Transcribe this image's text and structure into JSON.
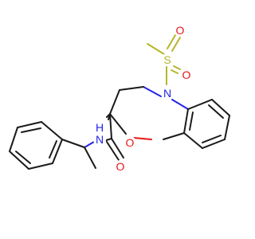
{
  "molecule": {
    "atoms": {
      "sulfur": "S",
      "sulfonyl_oxygen_top": "O",
      "sulfonyl_oxygen_right": "O",
      "ring_nitrogen": "N",
      "ring_oxygen": "O",
      "amide_nitrogen": "N",
      "amide_hydrogen": "H",
      "carbonyl_oxygen": "O"
    },
    "colors": {
      "bond": "#1a1a1a",
      "nitrogen": "#2323e6",
      "oxygen": "#e8171a",
      "sulfur": "#b5b52a"
    }
  }
}
